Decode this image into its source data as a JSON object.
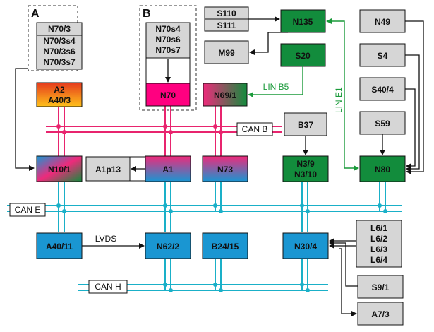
{
  "groups": {
    "a": {
      "letter": "A",
      "header": "N70/3",
      "items": [
        "N70/3s4",
        "N70/3s6",
        "N70/3s7"
      ]
    },
    "b": {
      "letter": "B",
      "items": [
        "N70s4",
        "N70s6",
        "N70s7"
      ]
    }
  },
  "modules": {
    "A2": "A2",
    "A40_3": "A40/3",
    "N70": "N70",
    "N69_1": "N69/1",
    "N10_1": "N10/1",
    "A1p13": "A1p13",
    "A1": "A1",
    "N73": "N73",
    "S110": "S110",
    "S111": "S111",
    "N135": "N135",
    "M99": "M99",
    "S20": "S20",
    "B37": "B37",
    "N3_9": "N3/9",
    "N3_10": "N3/10",
    "N49": "N49",
    "S4": "S4",
    "S40_4": "S40/4",
    "S59": "S59",
    "N80": "N80",
    "A40_11": "A40/11",
    "N62_2": "N62/2",
    "B24_15": "B24/15",
    "N30_4": "N30/4",
    "L6_1": "L6/1",
    "L6_2": "L6/2",
    "L6_3": "L6/3",
    "L6_4": "L6/4",
    "S9_1": "S9/1",
    "A7_3": "A7/3"
  },
  "buses": {
    "can_b": "CAN B",
    "can_e": "CAN E",
    "can_h": "CAN H",
    "lin_b5": "LIN B5",
    "lin_e1": "LIN E1",
    "lvds": "LVDS"
  },
  "colors": {
    "can_b": "#e8246e",
    "can_e_h": "#1ab0c8",
    "lin": "#1a9a3a",
    "magenta": "#ff0080",
    "blue": "#1a96d2",
    "dark_green": "#128c3c",
    "grey": "#d6d6d6",
    "orange_top": "#e53a1e",
    "orange_bottom": "#ffc21a"
  }
}
